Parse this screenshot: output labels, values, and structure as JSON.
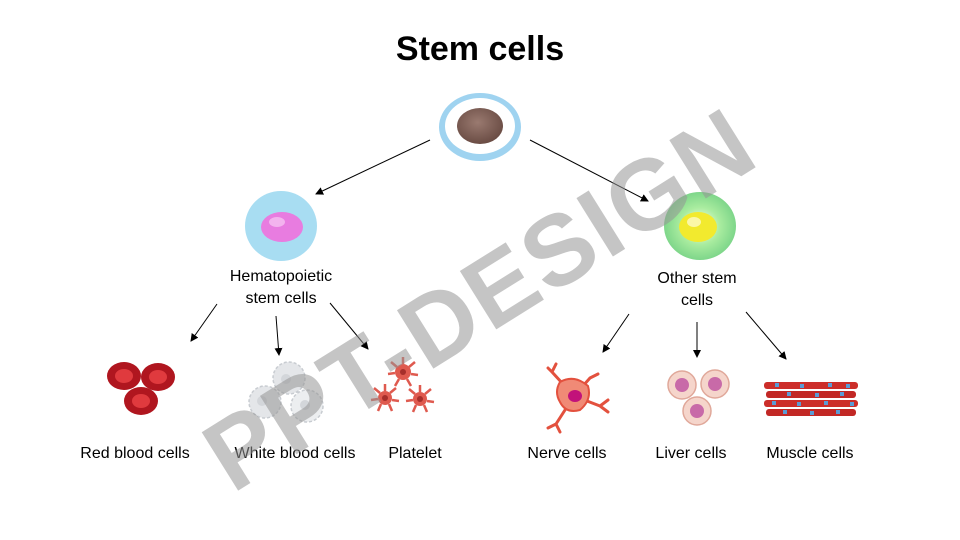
{
  "title": "Stem cells",
  "nodes": {
    "hematopoietic": {
      "line1": "Hematopoietic",
      "line2": "stem cells"
    },
    "other": {
      "line1": "Other stem",
      "line2": "cells"
    }
  },
  "outputs": {
    "red_blood_cells": "Red blood cells",
    "white_blood_cells": "White blood cells",
    "platelet": "Platelet",
    "nerve_cells": "Nerve cells",
    "liver_cells": "Liver cells",
    "muscle_cells": "Muscle cells"
  },
  "watermark": "PPT-DESIGN",
  "colors": {
    "root_ring": "#a9d8f2",
    "root_nucleus": "#7a5a52",
    "hema_cytoplasm": "#a6dbf0",
    "hema_nucleus": "#e879df",
    "other_outer": "#86e08e",
    "other_nucleus": "#f2ec3a",
    "rbc": "#b31a24",
    "wbc": "#e6e8ea",
    "platelet": "#e05a4e",
    "nerve": "#e2503c",
    "liver": "#f3d1c7",
    "muscle": "#c92e2a"
  },
  "icons": [
    "stem-cell-icon",
    "hematopoietic-cell-icon",
    "other-stem-cell-icon",
    "red-blood-cells-icon",
    "white-blood-cells-icon",
    "platelet-icon",
    "nerve-cell-icon",
    "liver-cells-icon",
    "muscle-cells-icon"
  ]
}
